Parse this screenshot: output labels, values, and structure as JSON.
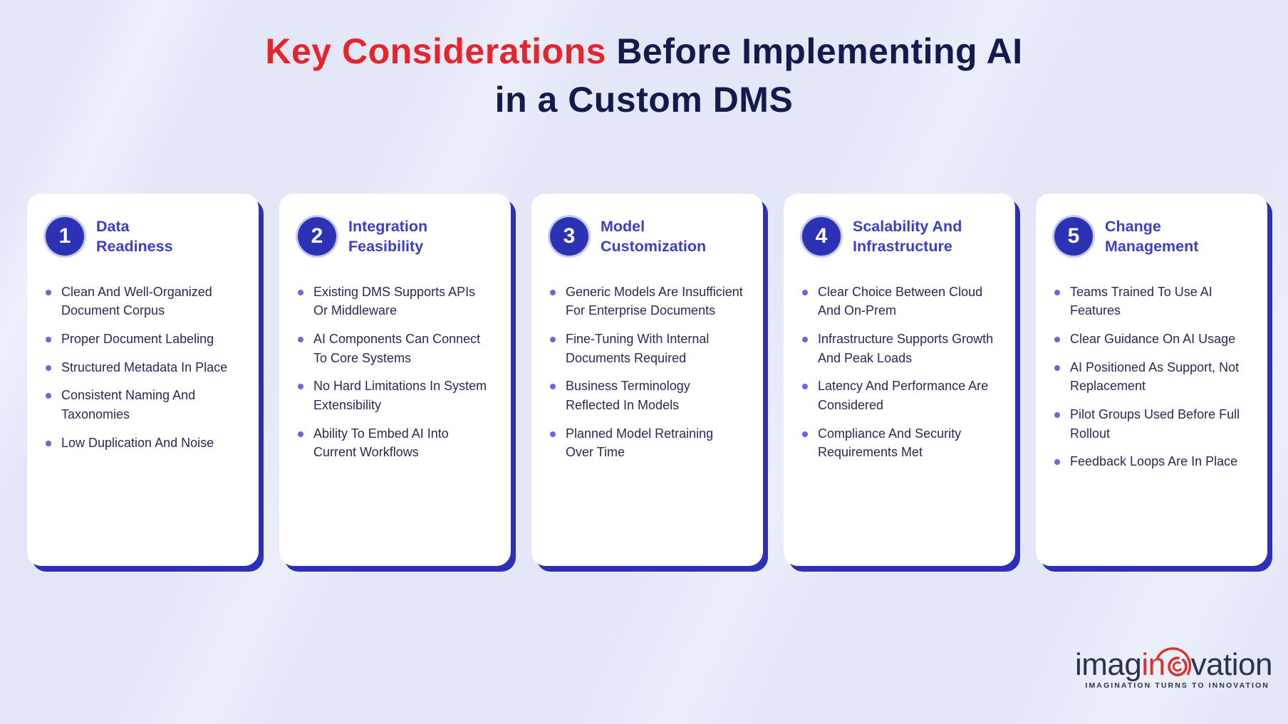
{
  "title": {
    "highlight": "Key Considerations",
    "rest": " Before Implementing AI",
    "line2": "in a Custom DMS"
  },
  "cards": [
    {
      "number": "1",
      "heading_line1": "Data",
      "heading_line2": "Readiness",
      "bullets": [
        "Clean And Well-Organized Document Corpus",
        "Proper Document Labeling",
        "Structured Metadata In Place",
        "Consistent Naming And Taxonomies",
        "Low Duplication And Noise"
      ]
    },
    {
      "number": "2",
      "heading_line1": "Integration",
      "heading_line2": "Feasibility",
      "bullets": [
        "Existing DMS Supports APIs Or Middleware",
        "AI Components Can Connect To Core Systems",
        "No Hard Limitations In System Extensibility",
        "Ability To Embed AI Into Current Workflows"
      ]
    },
    {
      "number": "3",
      "heading_line1": "Model",
      "heading_line2": "Customization",
      "bullets": [
        "Generic Models Are Insufficient For Enterprise Documents",
        "Fine-Tuning With Internal Documents Required",
        "Business Terminology Reflected In Models",
        "Planned Model Retraining Over Time"
      ]
    },
    {
      "number": "4",
      "heading_line1": "Scalability And",
      "heading_line2": "Infrastructure",
      "bullets": [
        "Clear Choice Between Cloud And On-Prem",
        "Infrastructure Supports Growth And Peak Loads",
        "Latency And Performance Are Considered",
        "Compliance And Security Requirements Met"
      ]
    },
    {
      "number": "5",
      "heading_line1": "Change",
      "heading_line2": "Management",
      "bullets": [
        "Teams Trained To Use AI Features",
        "Clear Guidance On AI Usage",
        "AI Positioned As Support, Not Replacement",
        "Pilot Groups Used Before Full Rollout",
        "Feedback Loops Are In Place"
      ]
    }
  ],
  "logo": {
    "word_part1": "imag",
    "word_part2": "in",
    "word_part3": "vation",
    "tagline": "IMAGINATION TURNS TO INNOVATION"
  },
  "colors": {
    "background": "#e3e7f8",
    "title_red": "#e6252a",
    "title_navy": "#131b4d",
    "card_shadow_blue": "#2e2fb8",
    "number_circle_blue": "#2b32b4",
    "heading_indigo": "#3c3fc6",
    "bullet_dot_purple": "#6f63e3",
    "body_text_navy": "#262a55",
    "logo_red": "#d8342c",
    "logo_dark": "#2d3150"
  }
}
